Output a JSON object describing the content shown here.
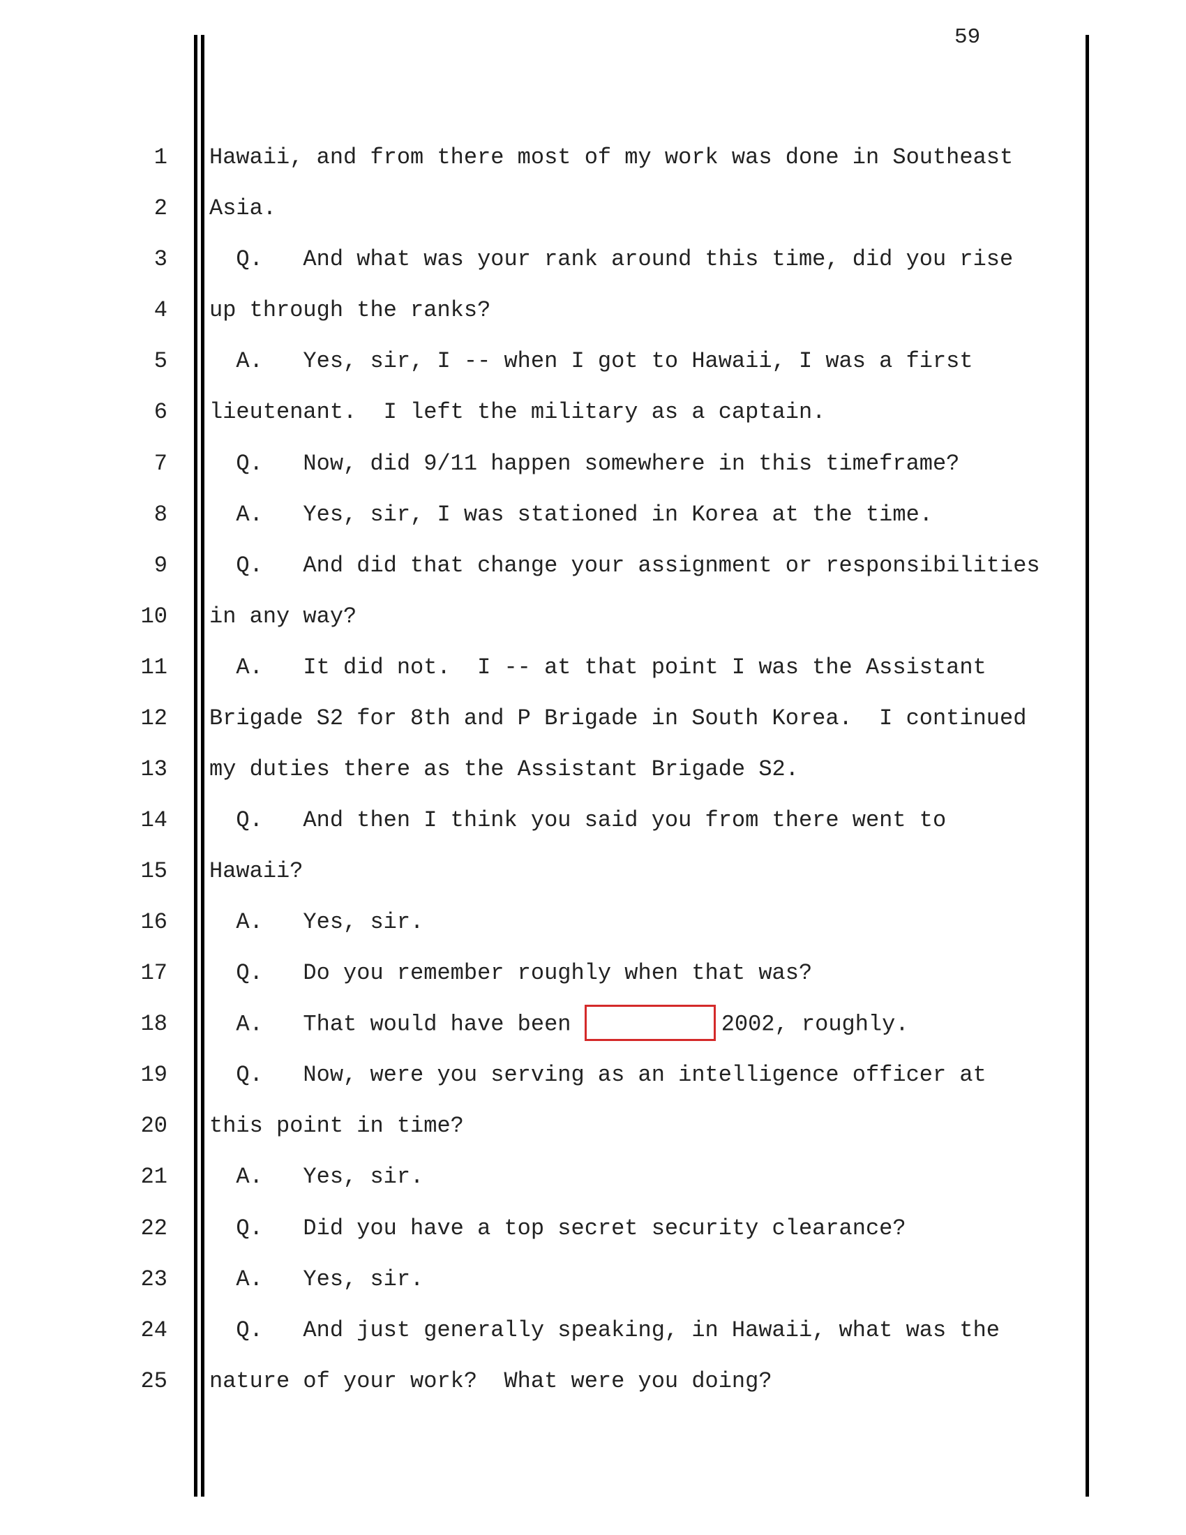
{
  "page": {
    "number": "59"
  },
  "lines": [
    {
      "num": "1",
      "text": "Hawaii, and from there most of my work was done in Southeast"
    },
    {
      "num": "2",
      "text": "Asia."
    },
    {
      "num": "3",
      "text": "  Q.   And what was your rank around this time, did you rise"
    },
    {
      "num": "4",
      "text": "up through the ranks?"
    },
    {
      "num": "5",
      "text": "  A.   Yes, sir, I -- when I got to Hawaii, I was a first"
    },
    {
      "num": "6",
      "text": "lieutenant.  I left the military as a captain."
    },
    {
      "num": "7",
      "text": "  Q.   Now, did 9/11 happen somewhere in this timeframe?"
    },
    {
      "num": "8",
      "text": "  A.   Yes, sir, I was stationed in Korea at the time."
    },
    {
      "num": "9",
      "text": "  Q.   And did that change your assignment or responsibilities"
    },
    {
      "num": "10",
      "text": "in any way?"
    },
    {
      "num": "11",
      "text": "  A.   It did not.  I -- at that point I was the Assistant"
    },
    {
      "num": "12",
      "text": "Brigade S2 for 8th and P Brigade in South Korea.  I continued"
    },
    {
      "num": "13",
      "text": "my duties there as the Assistant Brigade S2."
    },
    {
      "num": "14",
      "text": "  Q.   And then I think you said you from there went to"
    },
    {
      "num": "15",
      "text": "Hawaii?"
    },
    {
      "num": "16",
      "text": "  A.   Yes, sir."
    },
    {
      "num": "17",
      "text": "  Q.   Do you remember roughly when that was?"
    },
    {
      "num": "18",
      "text_before": "  A.   That would have been ",
      "text_after": "2002, roughly."
    },
    {
      "num": "19",
      "text": "  Q.   Now, were you serving as an intelligence officer at"
    },
    {
      "num": "20",
      "text": "this point in time?"
    },
    {
      "num": "21",
      "text": "  A.   Yes, sir."
    },
    {
      "num": "22",
      "text": "  Q.   Did you have a top secret security clearance?"
    },
    {
      "num": "23",
      "text": "  A.   Yes, sir."
    },
    {
      "num": "24",
      "text": "  Q.   And just generally speaking, in Hawaii, what was the"
    },
    {
      "num": "25",
      "text": "nature of your work?  What were you doing?"
    }
  ],
  "colors": {
    "text": "#222222",
    "rules": "#000000",
    "redaction_border": "#d42a2a"
  }
}
